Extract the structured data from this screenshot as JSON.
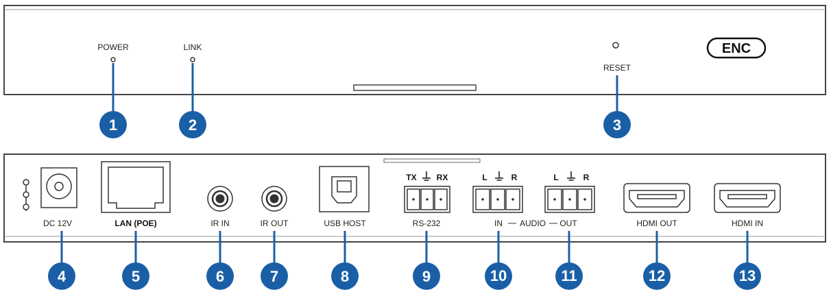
{
  "front_panel": {
    "power_label": "POWER",
    "link_label": "LINK",
    "reset_label": "RESET",
    "enc_label": "ENC"
  },
  "rear_panel": {
    "dc_label": "DC 12V",
    "lan_label": "LAN (POE)",
    "ir_in_label": "IR IN",
    "ir_out_label": "IR OUT",
    "usb_label": "USB HOST",
    "rs232_label": "RS-232",
    "rs232_tx": "TX",
    "rs232_rx": "RX",
    "audio_in_l": "L",
    "audio_in_r": "R",
    "audio_out_l": "L",
    "audio_out_r": "R",
    "audio_in_label": "IN",
    "audio_label": "AUDIO",
    "audio_out_label": "OUT",
    "hdmi_out_label": "HDMI OUT",
    "hdmi_in_label": "HDMI IN"
  },
  "callouts": [
    "1",
    "2",
    "3",
    "4",
    "5",
    "6",
    "7",
    "8",
    "9",
    "10",
    "11",
    "12",
    "13"
  ],
  "colors": {
    "callout": "#1a5fa6",
    "outline": "#333333"
  }
}
